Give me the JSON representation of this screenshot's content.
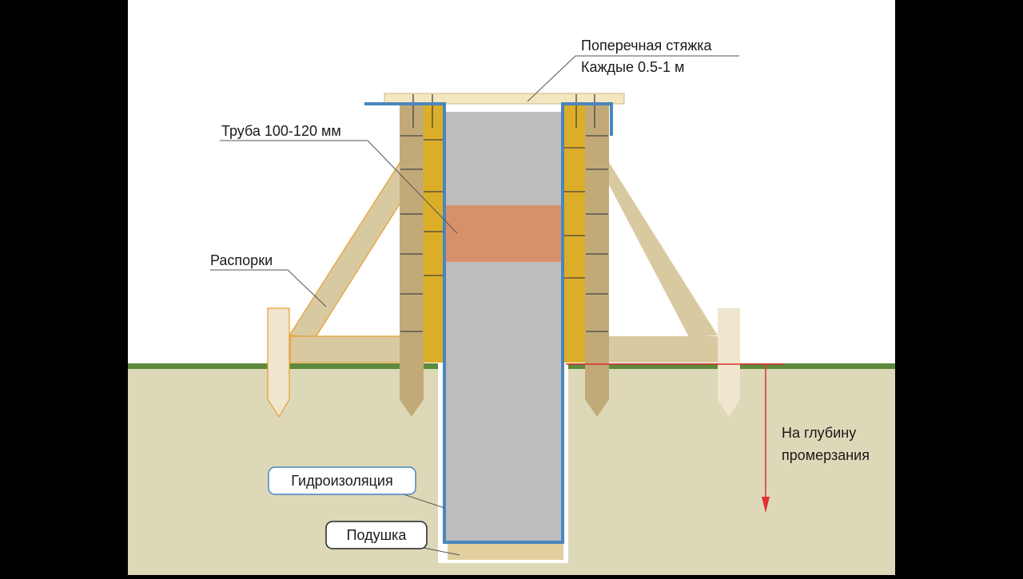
{
  "labels": {
    "cross_tie_line1": "Поперечная стяжка",
    "cross_tie_line2": "Каждые 0.5-1 м",
    "pipe": "Труба 100-120 мм",
    "struts": "Распорки",
    "depth_line1": "На глубину",
    "depth_line2": "промерзания",
    "waterproofing": "Гидроизоляция",
    "cushion": "Подушка"
  },
  "colors": {
    "sky": "#ffffff",
    "soil": "#ddd8b8",
    "grass": "#5b8a3c",
    "concrete": "#bdbdbd",
    "pipe": "#d6916a",
    "board_wood": "#c2aa78",
    "board_yellow": "#dcae27",
    "strut": "#d9c9a1",
    "waterproofing": "#4a86be",
    "cushion": "#e1cf9d",
    "depth_arrow": "#e03030"
  }
}
